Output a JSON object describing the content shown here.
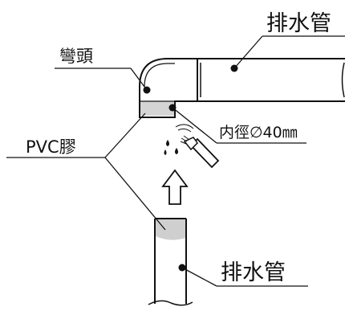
{
  "labels": {
    "drain_pipe_top": "排水管",
    "elbow": "彎頭",
    "inner_diameter": "内徑∅40㎜",
    "pvc_glue": "PVC膠",
    "drain_pipe_bottom": "排水管"
  },
  "icons": {
    "insert_arrow": "hollow-up-arrow-icon",
    "glue_applicator": "glue-brush-icon"
  },
  "colors": {
    "line": "#111111",
    "glue_shade": "#cfcfcf"
  }
}
